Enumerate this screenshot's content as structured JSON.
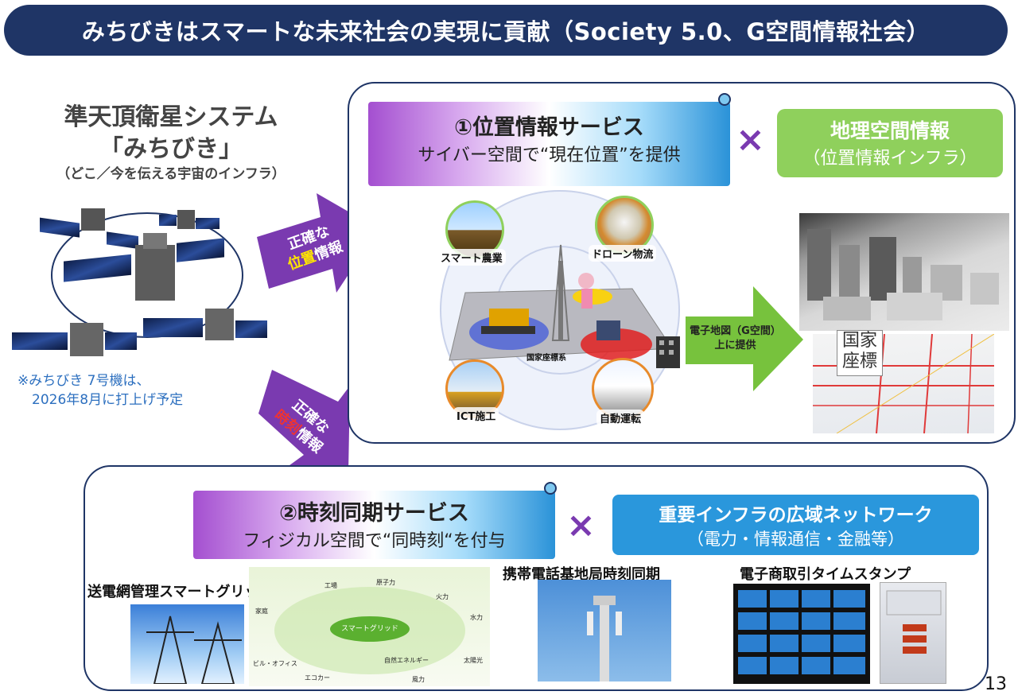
{
  "title": "みちびきはスマートな未来社会の実現に貢献（Society 5.0、G空間情報社会）",
  "qzss": {
    "title_line1": "準天頂衛星システム",
    "title_line2": "「みちびき」",
    "subtitle": "（どこ／今を伝える宇宙のインフラ）",
    "note_line1": "※みちびき 7号機は、",
    "note_line2": "2026年8月に打上げ予定"
  },
  "arrows": {
    "position_line1": "正確な",
    "position_line2a": "位置",
    "position_line2b": "情報",
    "time_line1": "正確な",
    "time_line2a": "時刻",
    "time_line2b": "情報"
  },
  "position_service": {
    "title": "①位置情報サービス",
    "subtitle": "サイバー空間で“現在位置”を提供",
    "times": "×",
    "geo_title": "地理空間情報",
    "geo_subtitle": "（位置情報インフラ）",
    "uses": {
      "smart_agri": "スマート農業",
      "drone": "ドローン物流",
      "ict": "ICT施工",
      "auto_drive": "自動運転",
      "national_grid": "国家座標系"
    },
    "map_arrow_line1": "電子地図（G空間）",
    "map_arrow_line2": "上に提供",
    "kokka": "国家",
    "zahyo": "座標"
  },
  "time_service": {
    "title": "②時刻同期サービス",
    "subtitle": "フィジカル空間で“同時刻“を付与",
    "times": "×",
    "infra_title": "重要インフラの広域ネットワーク",
    "infra_subtitle": "（電力・情報通信・金融等）",
    "captions": {
      "grid": "送電網管理スマートグリッド",
      "mobile": "携帯電話基地局時刻同期",
      "ecommerce": "電子商取引タイムスタンプ"
    },
    "smartgrid": {
      "center": "スマートグリッド",
      "factory": "工場",
      "nuclear": "原子力",
      "thermal": "火力",
      "hydro": "水力",
      "solar": "太陽光",
      "renewable": "自然エネルギー",
      "wind": "風力",
      "ecocar": "エコカー",
      "office": "ビル・オフィス",
      "home": "家庭"
    }
  },
  "page_number": "13",
  "colors": {
    "navy": "#1f3566",
    "purple": "#7a3ab0",
    "green": "#8fd05c",
    "blue": "#2a97dc",
    "yellow": "#ffe600"
  }
}
